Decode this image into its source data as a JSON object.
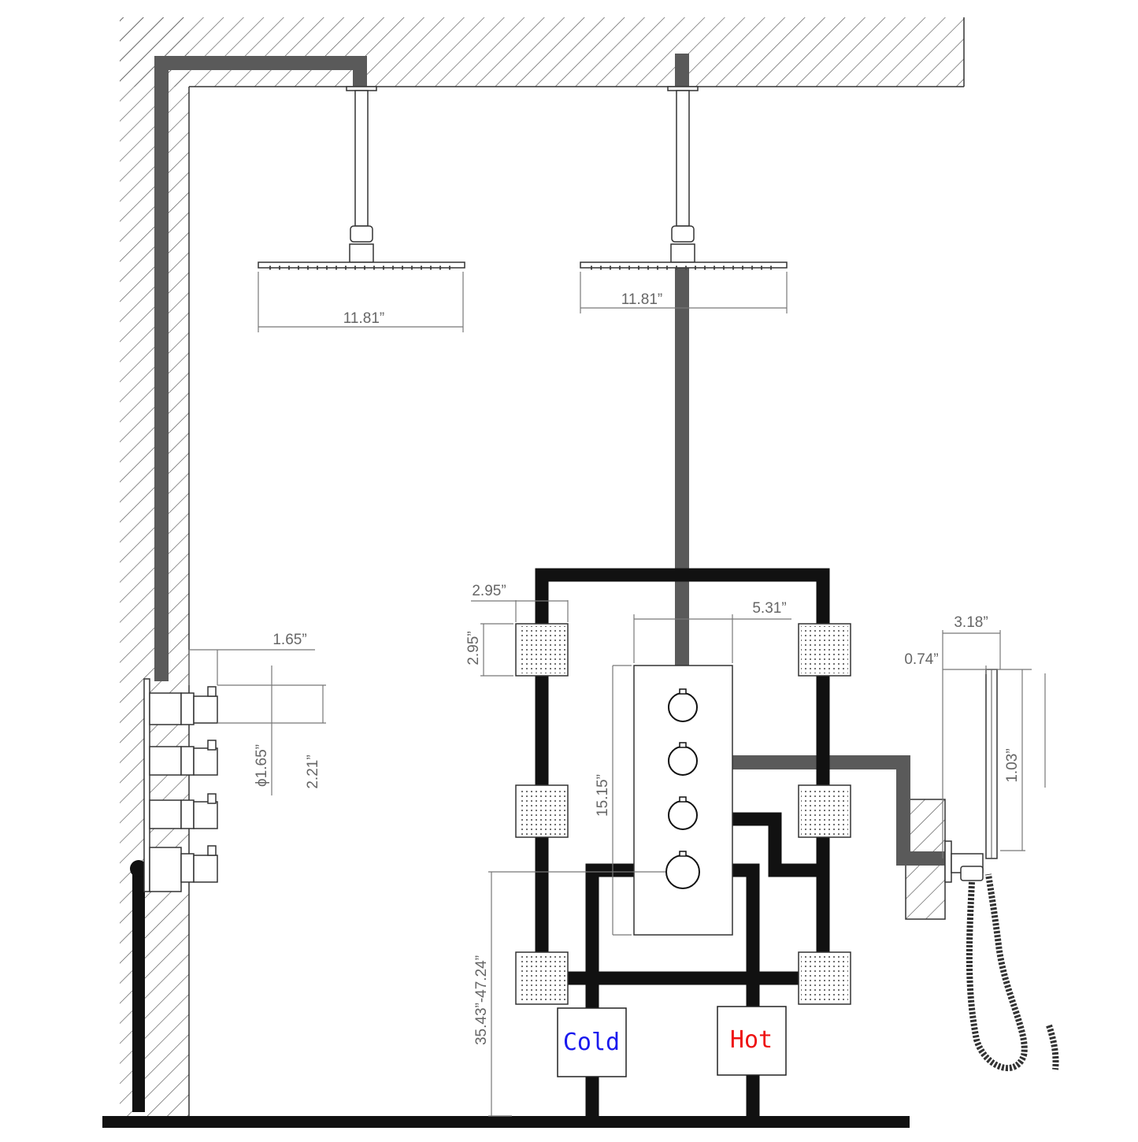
{
  "labels": {
    "cold": "Cold",
    "hot": "Hot"
  },
  "colors": {
    "cold": "#1a1aee",
    "hot": "#ee1111",
    "pipe_gray": "#5a5a5a",
    "pipe_black": "#111111"
  },
  "dimensions": {
    "head_left_width": "11.81”",
    "head_right_width": "11.81”",
    "nozzle_width": "2.95”",
    "nozzle_height": "2.95”",
    "valve_width": "5.31”",
    "valve_height": "15.15”",
    "install_height": "35.43”-47.24”",
    "knob_depth": "1.65”",
    "knob_diameter": "ϕ1.65”",
    "knob_spacing": "2.21”",
    "handheld_width": "3.18”",
    "handheld_offset": "0.74”",
    "handheld_height": "1.03”"
  }
}
